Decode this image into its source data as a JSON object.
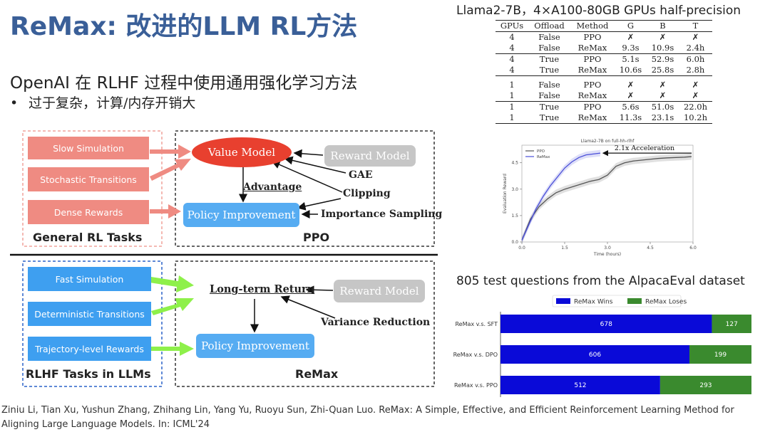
{
  "slide": {
    "title": "ReMax: 改进的LLM RL方法",
    "subtitle": "OpenAI 在 RLHF 过程中使用通用强化学习方法",
    "bullet_mark": "•",
    "bullet": "过于复杂，计算/内存开销大",
    "citation": "Ziniu Li, Tian Xu, Yushun Zhang, Zhihang Lin, Yang Yu, Ruoyu Sun, Zhi-Quan Luo. ReMax: A Simple, Effective, and Efficient Reinforcement Learning Method for Aligning Large Language Models. In: ICML'24"
  },
  "table": {
    "header": "Llama2-7B，4×A100-80GB GPUs half-precision",
    "columns": [
      "GPUs",
      "Offload",
      "Method",
      "G",
      "B",
      "T"
    ],
    "group1": [
      [
        "4",
        "False",
        "PPO",
        "✗",
        "✗",
        "✗"
      ],
      [
        "4",
        "False",
        "ReMax",
        "9.3s",
        "10.9s",
        "2.4h"
      ],
      [
        "4",
        "True",
        "PPO",
        "5.1s",
        "52.9s",
        "6.0h"
      ],
      [
        "4",
        "True",
        "ReMax",
        "10.6s",
        "25.8s",
        "2.8h"
      ]
    ],
    "group2": [
      [
        "1",
        "False",
        "PPO",
        "✗",
        "✗",
        "✗"
      ],
      [
        "1",
        "False",
        "ReMax",
        "✗",
        "✗",
        "✗"
      ],
      [
        "1",
        "True",
        "PPO",
        "5.6s",
        "51.0s",
        "22.0h"
      ],
      [
        "1",
        "True",
        "ReMax",
        "11.3s",
        "23.1s",
        "10.2h"
      ]
    ]
  },
  "diagram": {
    "top": {
      "inputs": [
        "Slow Simulation",
        "Stochastic Transitions",
        "Dense Rewards"
      ],
      "value_model": "Value Model",
      "reward_model": "Reward Model",
      "gae": "GAE",
      "clipping": "Clipping",
      "advantage": "Advantage",
      "policy_improvement": "Policy Improvement",
      "importance_sampling": "Importance Sampling",
      "left_label": "General RL Tasks",
      "right_label": "PPO"
    },
    "bottom": {
      "inputs": [
        "Fast Simulation",
        "Deterministic Transitions",
        "Trajectory-level Rewards"
      ],
      "long_term_return": "Long-term Return",
      "reward_model": "Reward Model",
      "variance_reduction": "Variance Reduction",
      "policy_improvement": "Policy Improvement",
      "left_label": "RLHF Tasks in LLMs",
      "right_label": "ReMax"
    }
  },
  "chart_data": [
    {
      "type": "line",
      "title": "Llama2-7B on full-hh-rlhf",
      "xlabel": "Time (hours)",
      "ylabel": "Evaluation Reward",
      "xlim": [
        0,
        6.0
      ],
      "ylim": [
        0,
        5.5
      ],
      "xticks": [
        "0.0",
        "1.5",
        "3.0",
        "4.5",
        "6.0"
      ],
      "yticks": [
        "0.0",
        "1.5",
        "3.0",
        "4.5"
      ],
      "annotation": "2.1x Acceleration",
      "legend_position": "top-left",
      "series": [
        {
          "name": "PPO",
          "color": "#555555",
          "x": [
            0,
            0.3,
            0.6,
            0.9,
            1.2,
            1.5,
            1.8,
            2.1,
            2.4,
            2.7,
            3.0,
            3.3,
            3.6,
            3.9,
            4.2,
            4.5,
            4.8,
            5.1,
            5.4,
            5.7,
            5.95
          ],
          "y": [
            0.1,
            1.3,
            2.0,
            2.45,
            2.8,
            3.0,
            3.15,
            3.3,
            3.45,
            3.55,
            3.8,
            4.3,
            4.5,
            4.6,
            4.65,
            4.7,
            4.75,
            4.78,
            4.8,
            4.82,
            4.85
          ]
        },
        {
          "name": "ReMax",
          "color": "#4a4fd8",
          "x": [
            0,
            0.25,
            0.5,
            0.75,
            1.0,
            1.25,
            1.5,
            1.75,
            2.0,
            2.25,
            2.5,
            2.75
          ],
          "y": [
            0.1,
            1.0,
            1.9,
            2.6,
            3.2,
            3.7,
            4.2,
            4.55,
            4.8,
            4.95,
            5.0,
            5.05
          ]
        }
      ]
    },
    {
      "type": "bar",
      "title": "805 test questions from the AlpacaEval dataset",
      "stacked": true,
      "orientation": "horizontal",
      "categories": [
        "ReMax v.s. SFT",
        "ReMax v.s. DPO",
        "ReMax v.s. PPO"
      ],
      "legend_position": "top",
      "series": [
        {
          "name": "ReMax Wins",
          "color": "#0a0ad8",
          "values": [
            678,
            606,
            512
          ]
        },
        {
          "name": "ReMax Loses",
          "color": "#3a8a2e",
          "values": [
            127,
            199,
            293
          ]
        }
      ]
    }
  ]
}
